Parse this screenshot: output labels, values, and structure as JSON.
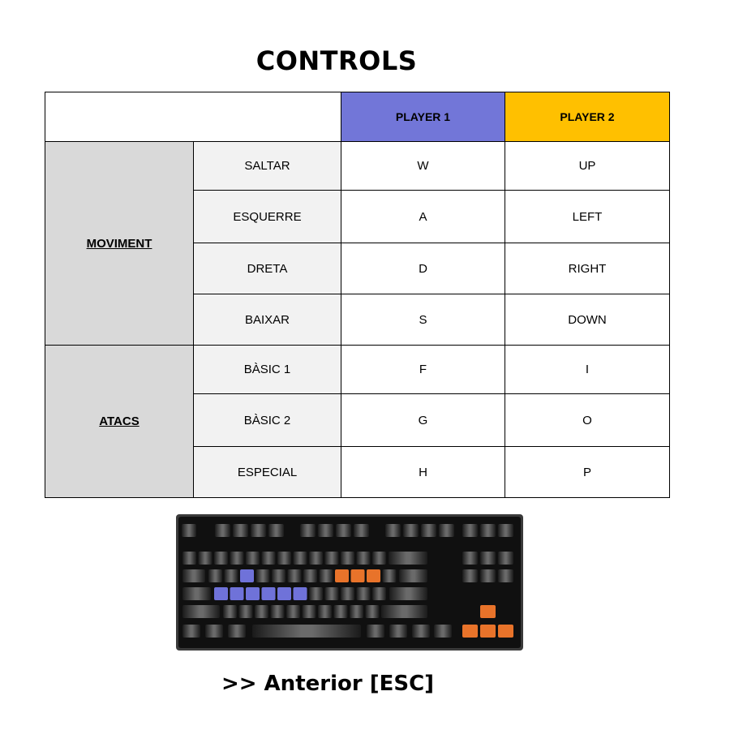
{
  "title": "CONTROLS",
  "table": {
    "headers": {
      "player1": "PLAYER 1",
      "player2": "PLAYER 2"
    },
    "groups": [
      {
        "name": "MOVIMENT",
        "rows": [
          {
            "action": "SALTAR",
            "p1": "W",
            "p2": "UP"
          },
          {
            "action": "ESQUERRE",
            "p1": "A",
            "p2": "LEFT"
          },
          {
            "action": "DRETA",
            "p1": "D",
            "p2": "RIGHT"
          },
          {
            "action": "BAIXAR",
            "p1": "S",
            "p2": "DOWN"
          }
        ]
      },
      {
        "name": "ATACS",
        "rows": [
          {
            "action": "BÀSIC 1",
            "p1": "F",
            "p2": "I"
          },
          {
            "action": "BÀSIC 2",
            "p1": "G",
            "p2": "O"
          },
          {
            "action": "ESPECIAL",
            "p1": "H",
            "p2": "P"
          }
        ]
      }
    ]
  },
  "colors": {
    "player1": "#7276d8",
    "player2": "#ffc000",
    "key_player1": "#6f72d9",
    "key_player2": "#e8732a"
  },
  "keyboard_icon": "keyboard-icon",
  "footer": ">> Anterior [ESC]"
}
